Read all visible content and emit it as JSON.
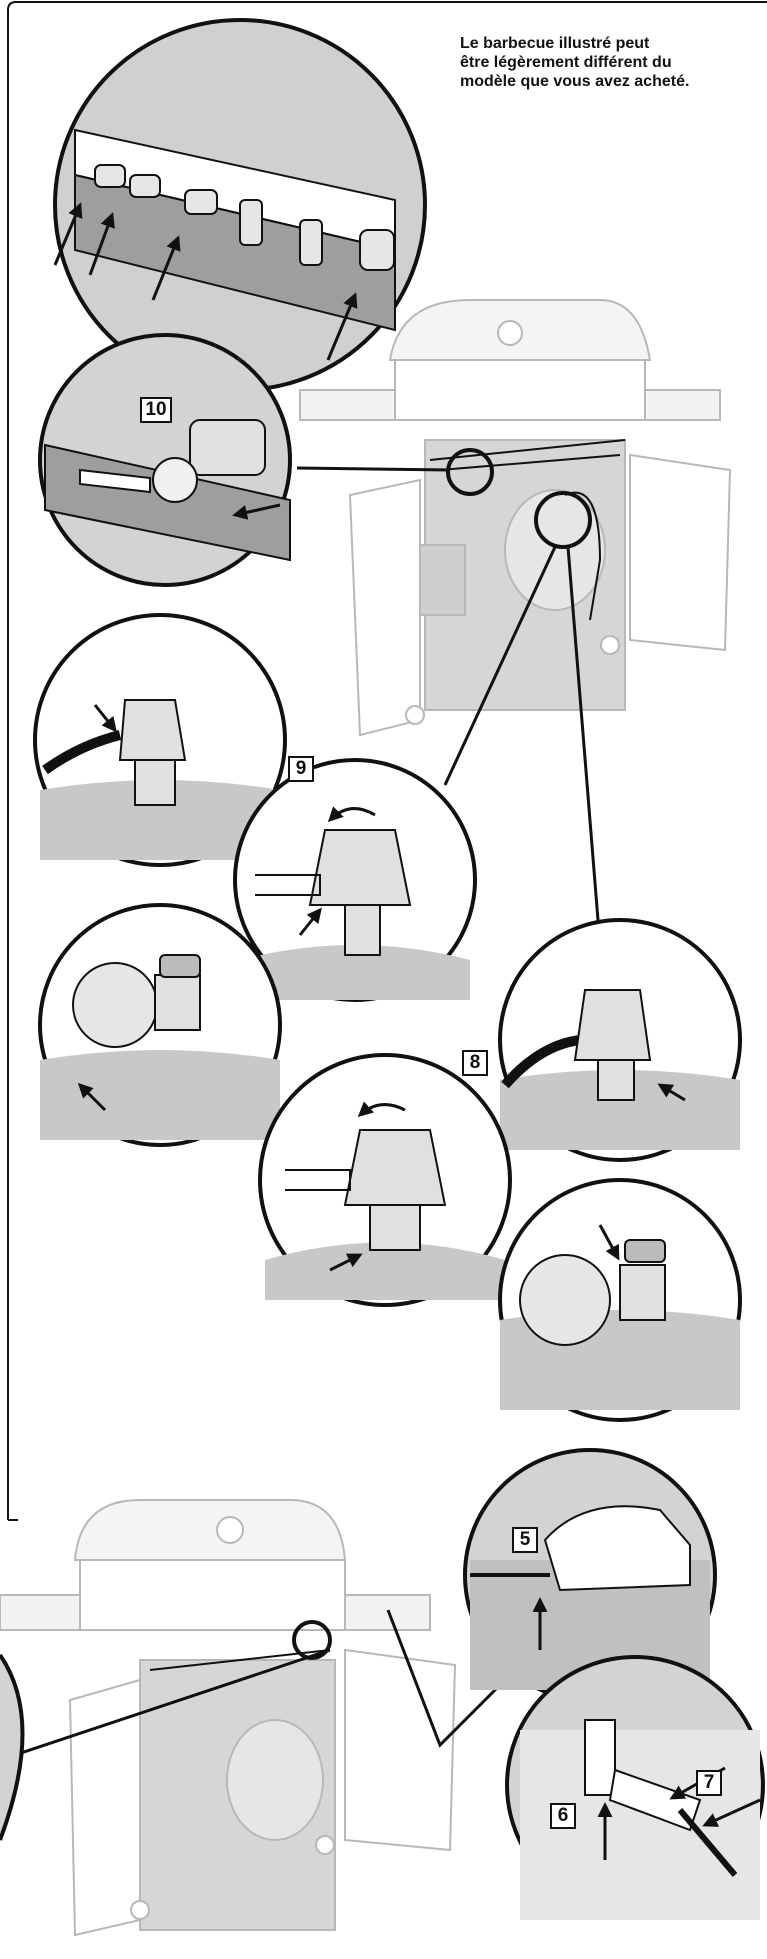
{
  "caption": {
    "line1": "Le barbecue illustré peut",
    "line2": "être légèrement différent du",
    "line3": "modèle que vous avez acheté."
  },
  "steps": {
    "s10": "10",
    "s9": "9",
    "s8": "8",
    "s5": "5",
    "s7": "7",
    "s6": "6"
  },
  "colors": {
    "ink": "#111111",
    "shade": "#bdbdbd",
    "light_shade": "#e3e3e3",
    "faded_line": "#b8b8b8",
    "page": "#ffffff"
  }
}
